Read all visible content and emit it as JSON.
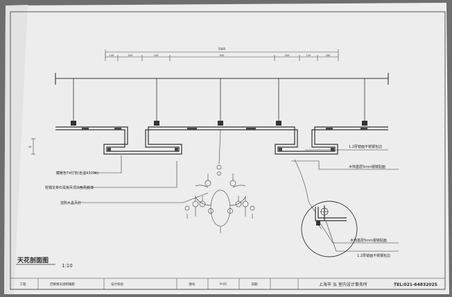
{
  "drawing": {
    "overall_dimension": "5000",
    "segment_dimensions": [
      "140",
      "200",
      "100",
      "900",
      "200",
      "120",
      "200"
    ],
    "side_dimension": "30",
    "annotations": {
      "warm_led_tube": "藏暖色T4灯管(色温4300K)",
      "gypsum_board": "轻钢龙骨石膏板吊顶白色乳胶漆",
      "chandelier": "选购水晶吊灯",
      "steel_trim_top": "1.2厚镜面不锈钢包边",
      "wood_veneer_top": "木饰基层5mm银镜贴面",
      "wood_veneer_detail": "木饰基层5mm银镜贴面",
      "steel_trim_detail": "1.2厚镜面不锈钢包边"
    },
    "title": "天花剖面图",
    "scale": "1:10"
  },
  "title_block": {
    "project_label": "工程",
    "project_name": "巴黎春天酒吧摄影",
    "design_label": "设计校验",
    "drawing_no_label": "图号",
    "drawing_no": "P-05",
    "date_label": "日期",
    "company": "上海市 泓 室内设计事务所",
    "phone": "TEL:021-64832025"
  }
}
